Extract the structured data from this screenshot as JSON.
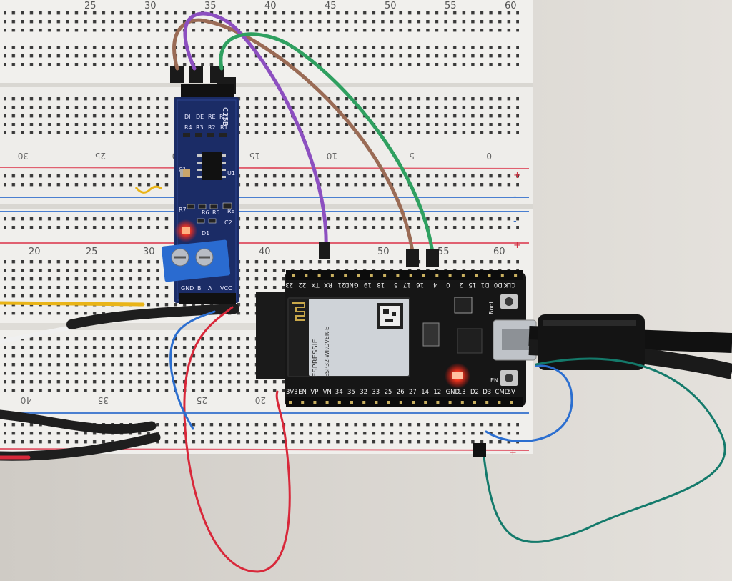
{
  "breadboard": {
    "top_numbers": [
      "25",
      "30",
      "35",
      "40",
      "45",
      "50",
      "55",
      "60"
    ],
    "upper_rev_numbers": [
      "30",
      "25",
      "20",
      "15",
      "10",
      "5",
      "0"
    ],
    "mid_numbers": [
      "20",
      "25",
      "30",
      "40",
      "50",
      "55",
      "60"
    ],
    "lower_rev_numbers": [
      "40",
      "35",
      "25",
      "20"
    ],
    "rail_plus": "+",
    "rail_minus": "-"
  },
  "rs485_module": {
    "chip_label": "C25B",
    "pin_labels": [
      "DI",
      "DE",
      "RE",
      "RO"
    ],
    "resistor_labels": [
      "R4",
      "R3",
      "R2",
      "R1"
    ],
    "cap_label": "C1",
    "ic_label": "U1",
    "lower_labels": [
      "R7",
      "R6",
      "R5",
      "C2",
      "R8",
      "D1"
    ],
    "bottom_pins": [
      "GND",
      "B",
      "A",
      "VCC"
    ]
  },
  "esp32": {
    "top_pins": [
      "23",
      "22",
      "TX",
      "RX",
      "21",
      "GND",
      "19",
      "18",
      "5",
      "17",
      "16",
      "4",
      "0",
      "2",
      "15",
      "D1",
      "D0",
      "CLK"
    ],
    "bottom_pins": [
      "3V3",
      "EN",
      "VP",
      "VN",
      "34",
      "35",
      "32",
      "33",
      "25",
      "26",
      "27",
      "14",
      "12",
      "GND",
      "13",
      "D2",
      "D3",
      "CMD",
      "5V"
    ],
    "module_brand": "ESPRESSIF",
    "module_name": "ESP32-WROVER-E",
    "boot_label": "Boot",
    "en_label": "EN"
  },
  "colors": {
    "board": "#f2f1ee",
    "pcb_module": "#1b2c66",
    "esp_board": "#161616",
    "wire_purple": "#8c4fc0",
    "wire_brown": "#9a6b55",
    "wire_green": "#2fa060",
    "wire_red": "#d8283a",
    "wire_blue": "#2c6fd0",
    "wire_teal": "#147a6b",
    "wire_yellow": "#e9b418",
    "led_red": "#ff2a1a"
  }
}
